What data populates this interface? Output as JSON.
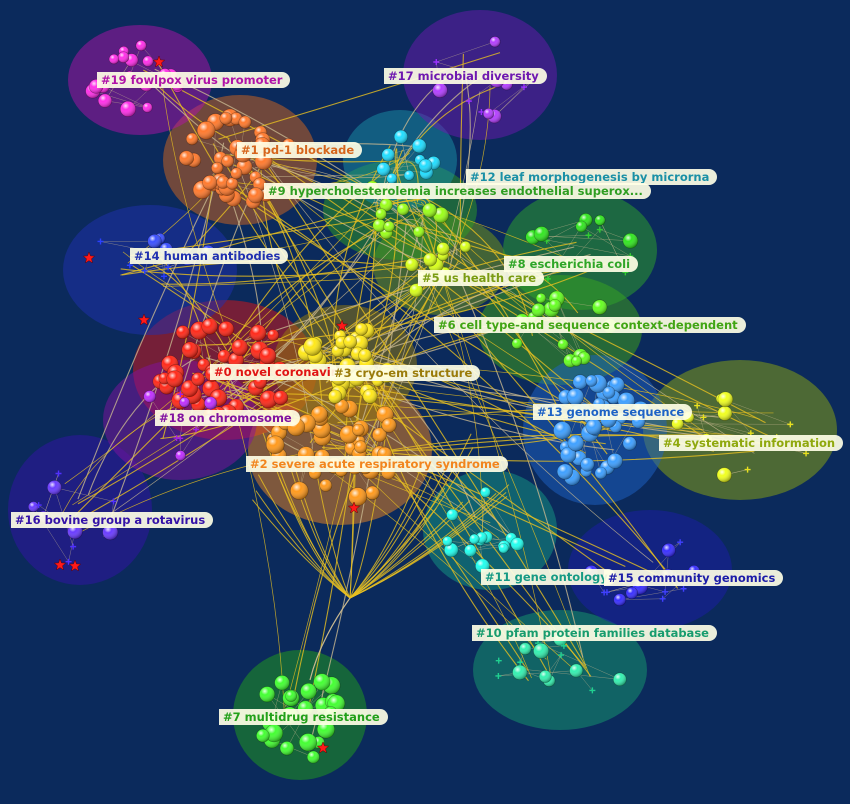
{
  "clusters": [
    {
      "id": "0",
      "label": "#0 novel coronavirus",
      "color": "#e01414"
    },
    {
      "id": "1",
      "label": "#1 pd-1 blockade",
      "color": "#d6651c"
    },
    {
      "id": "2",
      "label": "#2 severe acute respiratory syndrome",
      "color": "#f2851e"
    },
    {
      "id": "3",
      "label": "#3 cryo-em structure",
      "color": "#9a7b0a"
    },
    {
      "id": "4",
      "label": "#4 systematic information",
      "color": "#8fa80d"
    },
    {
      "id": "5",
      "label": "#5 us health care",
      "color": "#7a9c12"
    },
    {
      "id": "6",
      "label": "#6 cell type-and sequence context-dependent",
      "color": "#41a514"
    },
    {
      "id": "7",
      "label": "#7 multidrug resistance",
      "color": "#22a01a"
    },
    {
      "id": "8",
      "label": "#8 escherichia coli",
      "color": "#2fa628"
    },
    {
      "id": "9",
      "label": "#9 hypercholesterolemia increases endothelial superox...",
      "color": "#2f9e22"
    },
    {
      "id": "10",
      "label": "#10 pfam protein families database",
      "color": "#179c6e"
    },
    {
      "id": "11",
      "label": "#11 gene ontology",
      "color": "#159a84"
    },
    {
      "id": "12",
      "label": "#12 leaf morphogenesis by microrna",
      "color": "#1a90a6"
    },
    {
      "id": "13",
      "label": "#13 genome sequence",
      "color": "#1d62c6"
    },
    {
      "id": "14",
      "label": "#14 human antibodies",
      "color": "#2030b0"
    },
    {
      "id": "15",
      "label": "#15 community genomics",
      "color": "#1c1ca8"
    },
    {
      "id": "16",
      "label": "#16 bovine group a rotavirus",
      "color": "#3412a8"
    },
    {
      "id": "17",
      "label": "#17 microbial diversity",
      "color": "#6e18b0"
    },
    {
      "id": "18",
      "label": "#18 on chromosome",
      "color": "#8212a0"
    },
    {
      "id": "19",
      "label": "#19 fowlpox virus promoter",
      "color": "#b012a8"
    }
  ]
}
